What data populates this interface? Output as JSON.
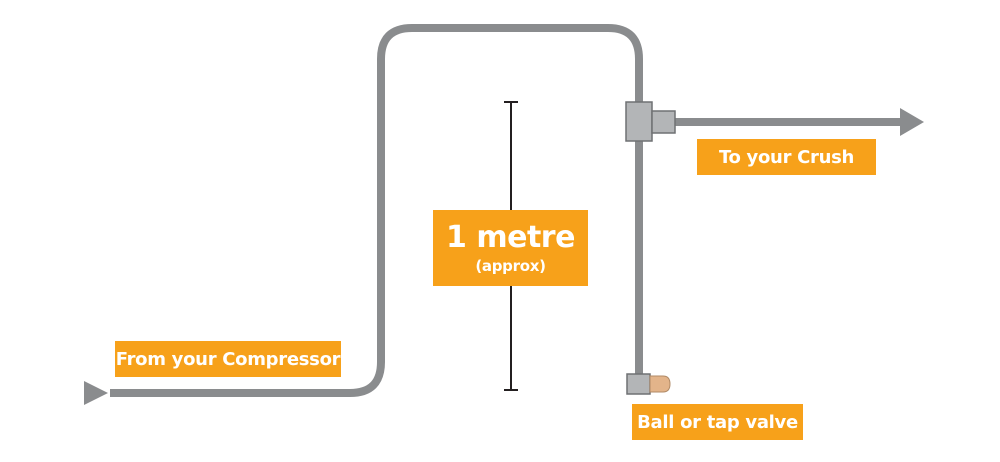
{
  "labels": {
    "from": "From your Compressor",
    "to": "To your Crush",
    "valve": "Ball or tap valve",
    "measure": "1 metre",
    "measure_note": "(approx)"
  },
  "colors": {
    "pipe": "#8a8c8e",
    "fitting": "#b3b5b7",
    "fitting_stroke": "#6f7173",
    "label_bg": "#f7a11a",
    "label_text": "#ffffff",
    "dimension_line": "#231f20",
    "valve_tip": "#e3b48a"
  }
}
